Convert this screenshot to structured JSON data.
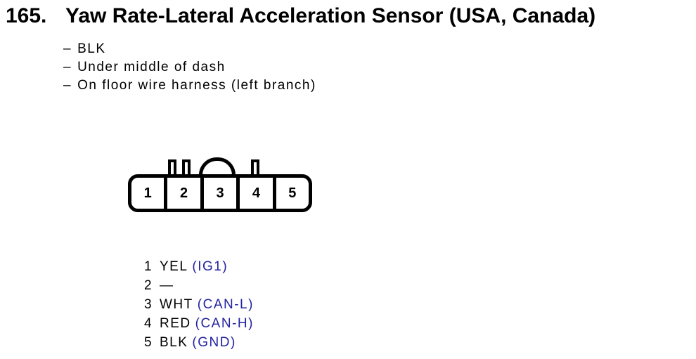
{
  "header": {
    "number": "165.",
    "title": "Yaw Rate-Lateral Acceleration Sensor (USA, Canada)"
  },
  "notes": [
    {
      "bullet": "–",
      "text": "BLK"
    },
    {
      "bullet": "–",
      "text": "Under middle of dash"
    },
    {
      "bullet": "–",
      "text": "On floor wire harness (left branch)"
    }
  ],
  "connector": {
    "pins": [
      "1",
      "2",
      "3",
      "4",
      "5"
    ]
  },
  "pinout": [
    {
      "pin": "1",
      "wire": "YEL",
      "signal": "(IG1)"
    },
    {
      "pin": "2",
      "wire": "—",
      "signal": ""
    },
    {
      "pin": "3",
      "wire": "WHT",
      "signal": "(CAN-L)"
    },
    {
      "pin": "4",
      "wire": "RED",
      "signal": "(CAN-H)"
    },
    {
      "pin": "5",
      "wire": "BLK",
      "signal": "(GND)"
    }
  ],
  "colors": {
    "ink": "#000000",
    "signal_blue": "#2222a2",
    "background": "#ffffff"
  }
}
